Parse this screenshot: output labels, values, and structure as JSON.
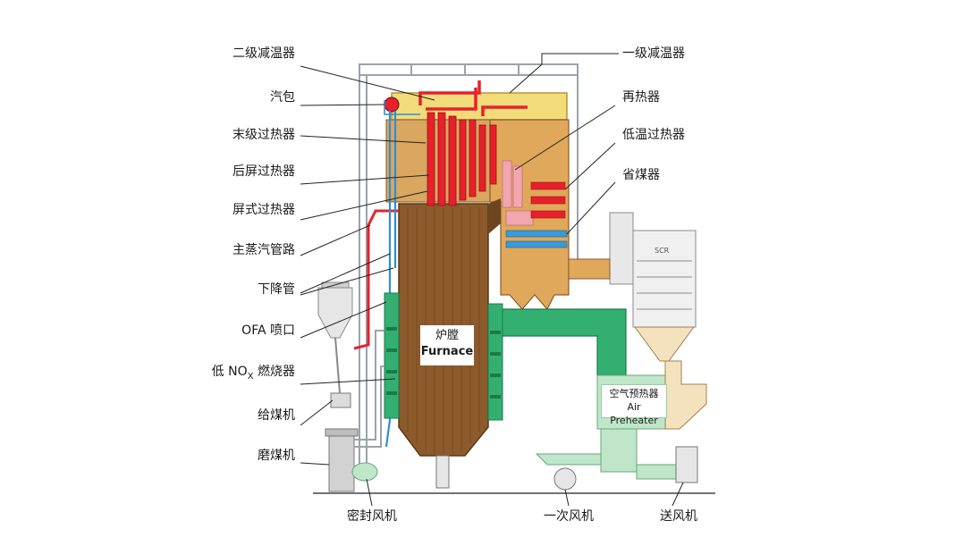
{
  "labels_left": [
    {
      "key": "secondary_attemperator",
      "text": "二级减温器"
    },
    {
      "key": "steam_drum",
      "text": "汽包"
    },
    {
      "key": "final_superheater",
      "text": "末级过热器"
    },
    {
      "key": "rear_platen_superheater",
      "text": "后屏过热器"
    },
    {
      "key": "platen_superheater",
      "text": "屏式过热器"
    },
    {
      "key": "main_steam_pipe",
      "text": "主蒸汽管路"
    },
    {
      "key": "downcomer",
      "text": "下降管"
    },
    {
      "key": "ofa_nozzle",
      "text": "OFA 喷口"
    },
    {
      "key": "low_nox_burner_prefix",
      "text": "低 NO"
    },
    {
      "key": "low_nox_burner_sub",
      "text": "X"
    },
    {
      "key": "low_nox_burner_suffix",
      "text": " 燃烧器"
    },
    {
      "key": "coal_feeder",
      "text": "给煤机"
    },
    {
      "key": "coal_mill",
      "text": "磨煤机"
    }
  ],
  "labels_right": [
    {
      "key": "primary_attemperator",
      "text": "一级减温器"
    },
    {
      "key": "reheater",
      "text": "再热器"
    },
    {
      "key": "low_temp_superheater",
      "text": "低温过热器"
    },
    {
      "key": "economizer",
      "text": "省煤器"
    }
  ],
  "labels_bottom": [
    {
      "key": "seal_air_fan",
      "text": "密封风机"
    },
    {
      "key": "primary_air_fan",
      "text": "一次风机"
    },
    {
      "key": "forced_draft_fan",
      "text": "送风机"
    }
  ],
  "furnace": {
    "cn": "炉膛",
    "en": "Furnace"
  },
  "air_preheater": {
    "cn": "空气预热器",
    "en": "Air Preheater"
  },
  "scr": {
    "text": "SCR"
  },
  "colors": {
    "furnace_brown": "#8c5a2b",
    "backpass_tan": "#e0a85a",
    "roof_yellow": "#f2dc7a",
    "superheater_red": "#e6212c",
    "reheater_pink": "#f2a7b0",
    "economizer_blue": "#3a9ad9",
    "duct_green": "#33b071",
    "light_green": "#bfe6c9",
    "steel_grey": "#9aa3ab",
    "pipe_blue": "#2f8fd1"
  }
}
